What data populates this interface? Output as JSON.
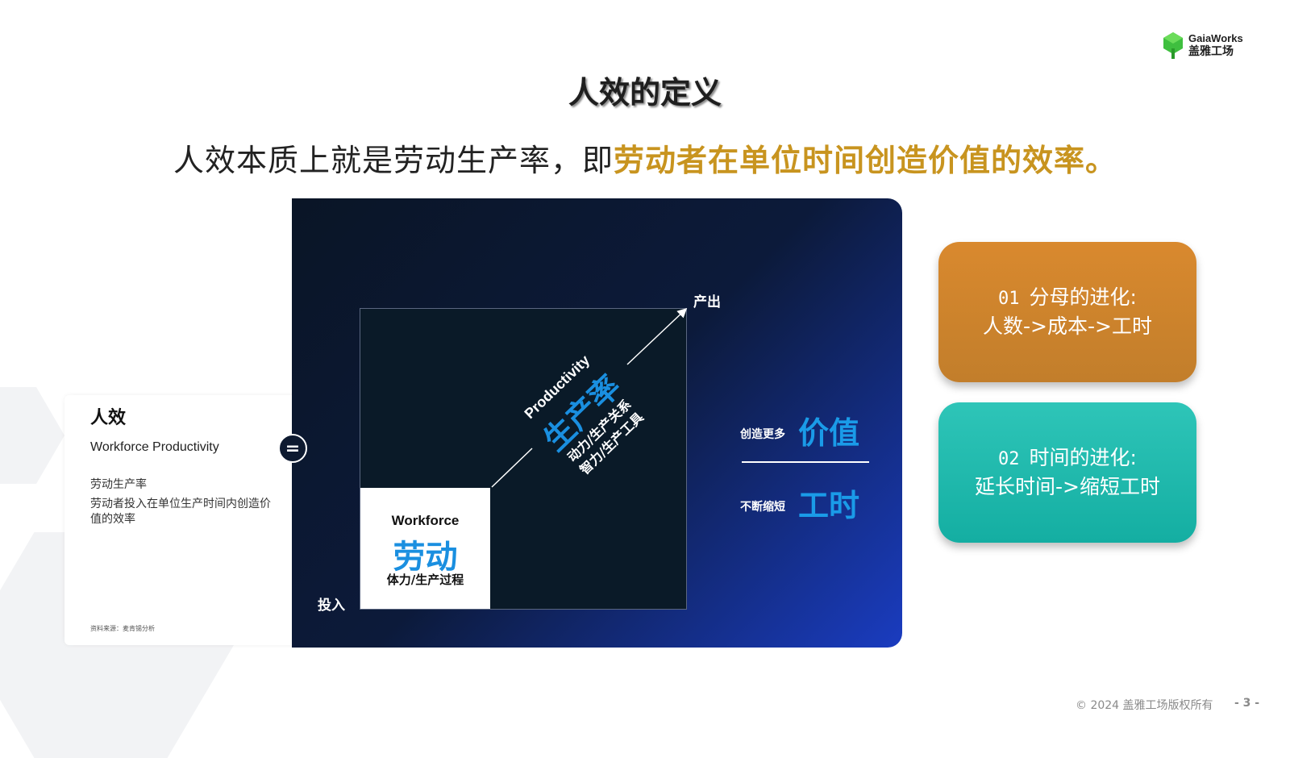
{
  "logo": {
    "name_en": "GaiaWorks",
    "name_cn": "盖雅工场"
  },
  "title": "人效的定义",
  "subtitle": {
    "plain": "人效本质上就是劳动生产率，即",
    "highlight": "劳动者在单位时间创造价值的效率。"
  },
  "left_card": {
    "title": "人效",
    "title_en": "Workforce Productivity",
    "term": "劳动生产率",
    "definition": "劳动者投入在单位生产时间内创造价值的效率",
    "source": "资料来源：麦肯锡分析"
  },
  "equals_symbol": "=",
  "diagram": {
    "input_axis": "投入",
    "output_axis": "产出",
    "workforce": {
      "en": "Workforce",
      "cn": "劳动",
      "sub": "体力/生产过程"
    },
    "productivity": {
      "en": "Productivity",
      "cn": "生产率",
      "sub1": "动力/生产关系",
      "sub2": "智力/生产工具"
    },
    "value": {
      "small": "创造更多",
      "big": "价值"
    },
    "time": {
      "small": "不断缩短",
      "big": "工时"
    }
  },
  "cards": [
    {
      "num": "01",
      "title": "分母的进化:",
      "body": "人数->成本->工时",
      "color": "#d0852c"
    },
    {
      "num": "02",
      "title": "时间的进化:",
      "body": "延长时间->缩短工时",
      "color": "#1fb8ac"
    }
  ],
  "footer": {
    "copyright": "© 2024 盖雅工场版权所有",
    "page": "- 3 -"
  }
}
